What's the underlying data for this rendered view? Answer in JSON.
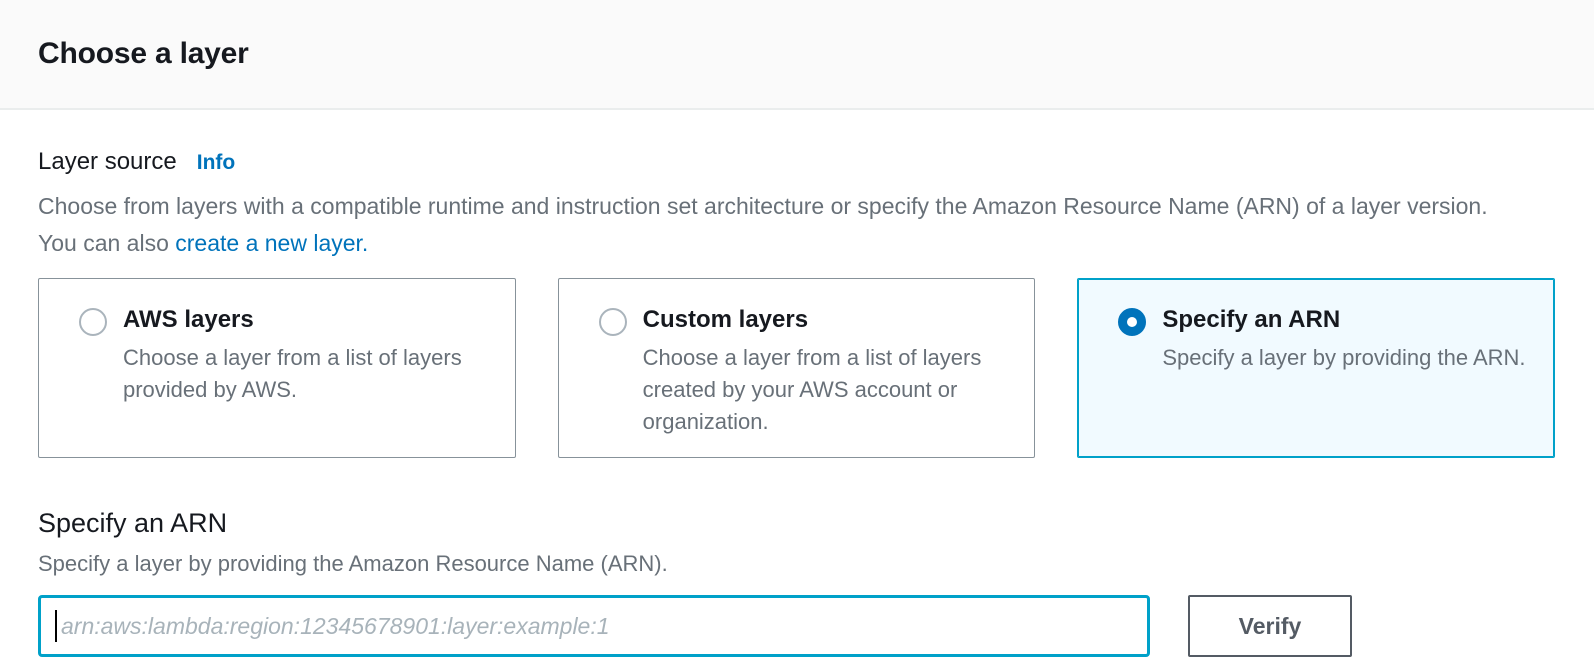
{
  "colors": {
    "accent_blue": "#0073bb",
    "focus_teal_blue": "#00a1c9",
    "selected_card_bg": "#f1faff",
    "text_dark": "#16191f",
    "text_gray": "#687078",
    "card_border_gray": "#87929a",
    "header_bg": "#fafafa",
    "divider": "#eaeded",
    "button_gray": "#545b64"
  },
  "header": {
    "title": "Choose a layer"
  },
  "layer_source": {
    "label": "Layer source",
    "info_link": "Info",
    "description_before_link": "Choose from layers with a compatible runtime and instruction set architecture or specify the Amazon Resource Name (ARN) of a layer version. You can also ",
    "link_text": "create a new layer."
  },
  "cards": [
    {
      "title": "AWS layers",
      "description": "Choose a layer from a list of layers provided by AWS.",
      "selected": false
    },
    {
      "title": "Custom layers",
      "description": "Choose a layer from a list of layers created by your AWS account or organization.",
      "selected": false
    },
    {
      "title": "Specify an ARN",
      "description": "Specify a layer by providing the ARN.",
      "selected": true
    }
  ],
  "arn_section": {
    "title": "Specify an ARN",
    "description": "Specify a layer by providing the Amazon Resource Name (ARN).",
    "input_value": "",
    "input_placeholder": "arn:aws:lambda:region:12345678901:layer:example:1",
    "verify_button": "Verify"
  }
}
